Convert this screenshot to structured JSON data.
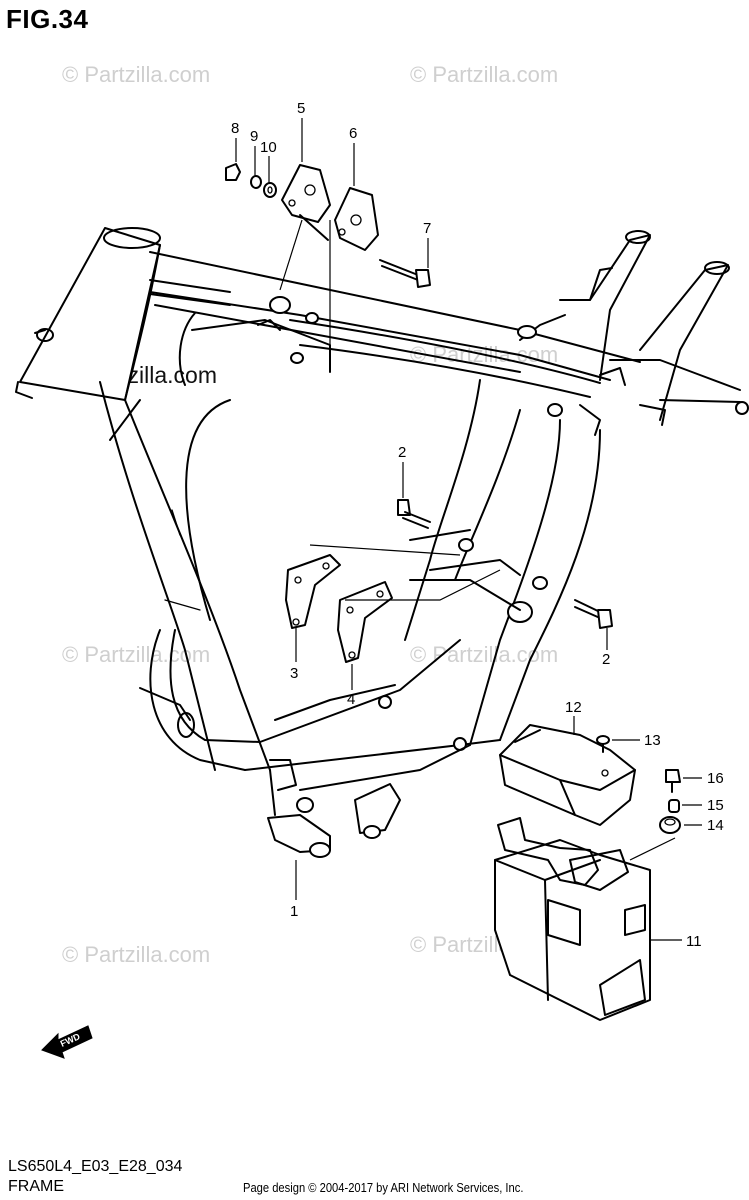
{
  "figure": {
    "title": "FIG.34"
  },
  "watermark": {
    "text": "© Partzilla.com"
  },
  "callouts": [
    "1",
    "2",
    "2",
    "3",
    "4",
    "5",
    "6",
    "7",
    "8",
    "9",
    "10",
    "11",
    "12",
    "13",
    "14",
    "15",
    "16"
  ],
  "footer": {
    "model_code": "LS650L4_E03_E28_034",
    "section": "FRAME",
    "credit": "Page design © 2004-2017 by ARI Network Services, Inc."
  },
  "icons": {
    "direction": "fwd-arrow-icon",
    "direction_label": "FWD"
  }
}
